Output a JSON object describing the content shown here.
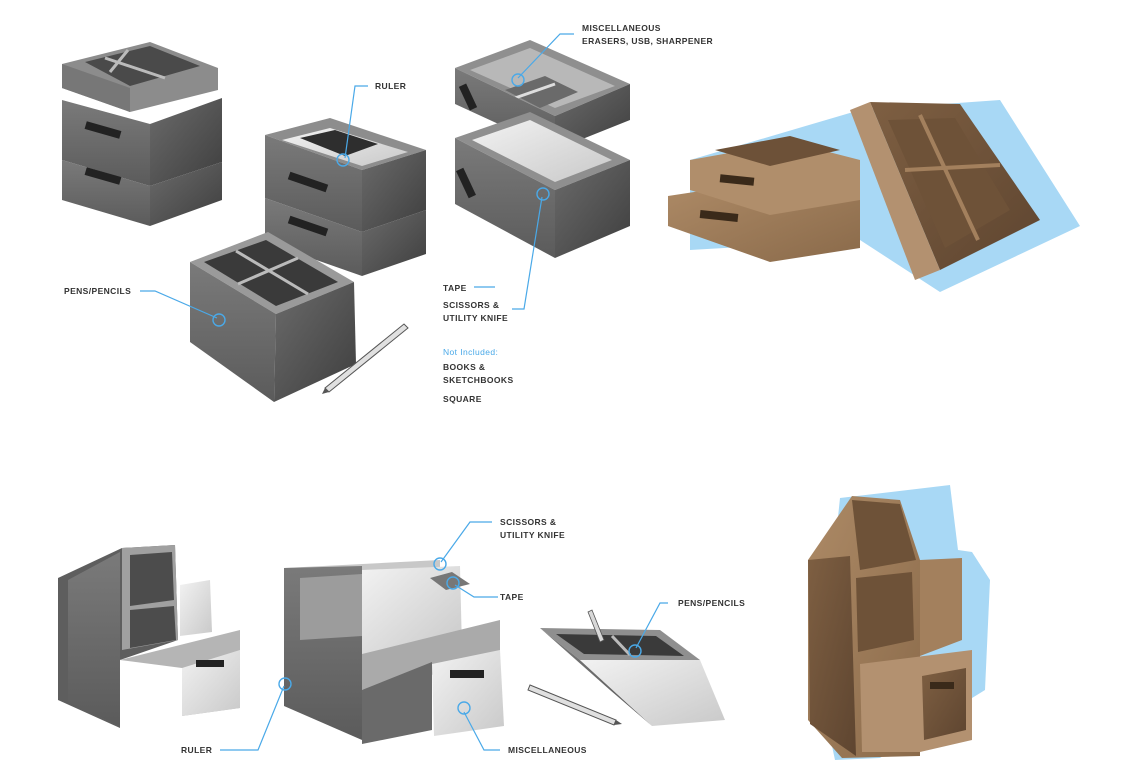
{
  "top_labels": {
    "ruler": "RULER",
    "misc_line1": "MISCELLANEOUS",
    "misc_line2": "ERASERS, USB, SHARPENER",
    "pens": "PENS/PENCILS",
    "tape": "TAPE",
    "scissors_line1": "SCISSORS &",
    "scissors_line2": "UTILITY KNIFE",
    "not_included": "Not Included:",
    "books_line1": "BOOKS &",
    "books_line2": "SKETCHBOOKS",
    "square": "SQUARE"
  },
  "bottom_labels": {
    "scissors_line1": "SCISSORS &",
    "scissors_line2": "UTILITY KNIFE",
    "tape": "TAPE",
    "pens": "PENS/PENCILS",
    "ruler": "RULER",
    "misc": "MISCELLANEOUS"
  },
  "colors": {
    "accent_blue": "#4aa9e8",
    "shadow_blue": "#a8d8f5",
    "cardboard": "#9c7a58",
    "gray_dark": "#555555",
    "gray_light": "#cfcfcf"
  }
}
